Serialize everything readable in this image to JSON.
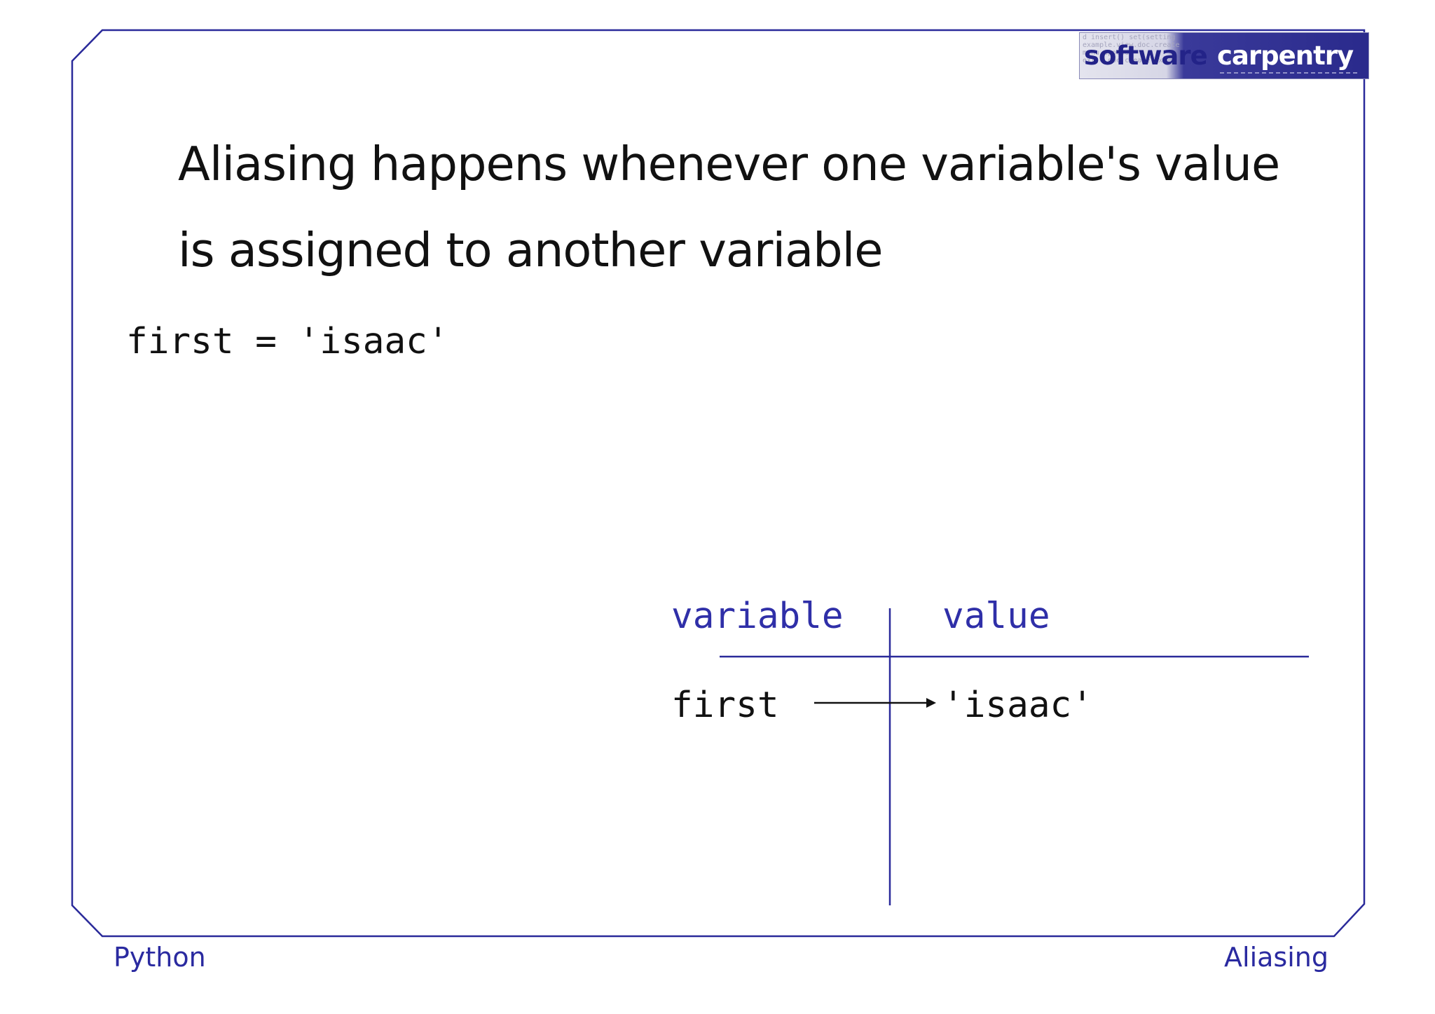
{
  "slide": {
    "heading_line_1": "Aliasing happens whenever one variable's value",
    "heading_line_2": "is assigned to another variable",
    "code_line": "first = 'isaac'"
  },
  "table": {
    "header_variable": "variable",
    "header_value": "value",
    "rows": [
      {
        "variable": "first",
        "value": "'isaac'"
      }
    ]
  },
  "logo": {
    "word_1": "software",
    "word_2": "carpentry",
    "background_text": "d insert() set(setting\nexample.view.doc.create\nmenu.append(\next = doc.createText("
  },
  "footer": {
    "left": "Python",
    "right": "Aliasing"
  },
  "colors": {
    "frame": "#2a2a9a",
    "header_text": "#2f2fa8",
    "body_text": "#111111",
    "footer_text": "#2a2aa0"
  }
}
